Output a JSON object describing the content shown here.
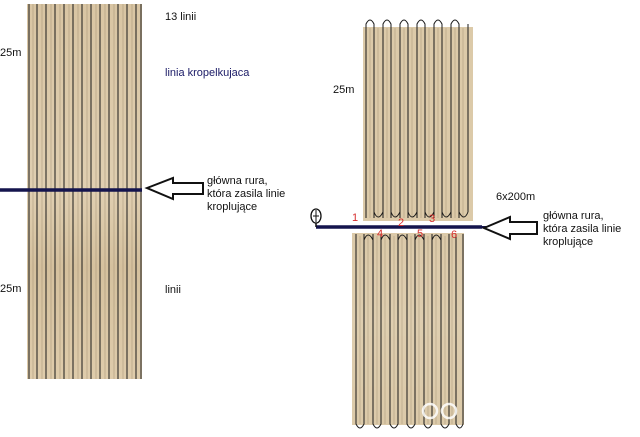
{
  "left_diagram": {
    "count_label": "13 linii",
    "top_length_label": "25m",
    "drip_line_label": "linia kropelkujaca",
    "main_pipe_caption": [
      "główna rura,",
      "która zasila linie",
      "kroplujące"
    ],
    "bottom_length_label": "25m",
    "bottom_lines_label": "linii"
  },
  "right_diagram": {
    "top_length_label": "25m",
    "layout_label": "6x200m",
    "main_pipe_caption": [
      "główna rura,",
      "która zasila linie",
      "kroplujące"
    ],
    "section_numbers": [
      "1",
      "2",
      "3",
      "4",
      "5",
      "6"
    ]
  },
  "icons": {
    "left_arrow": "left-arrow-icon",
    "right_arrow": "left-arrow-icon",
    "valve": "valve-icon"
  },
  "colors": {
    "field": "#dccaa9",
    "drip_line": "#1a1a1a",
    "main_pipe": "#14144d",
    "section_number": "#d62b2b"
  }
}
